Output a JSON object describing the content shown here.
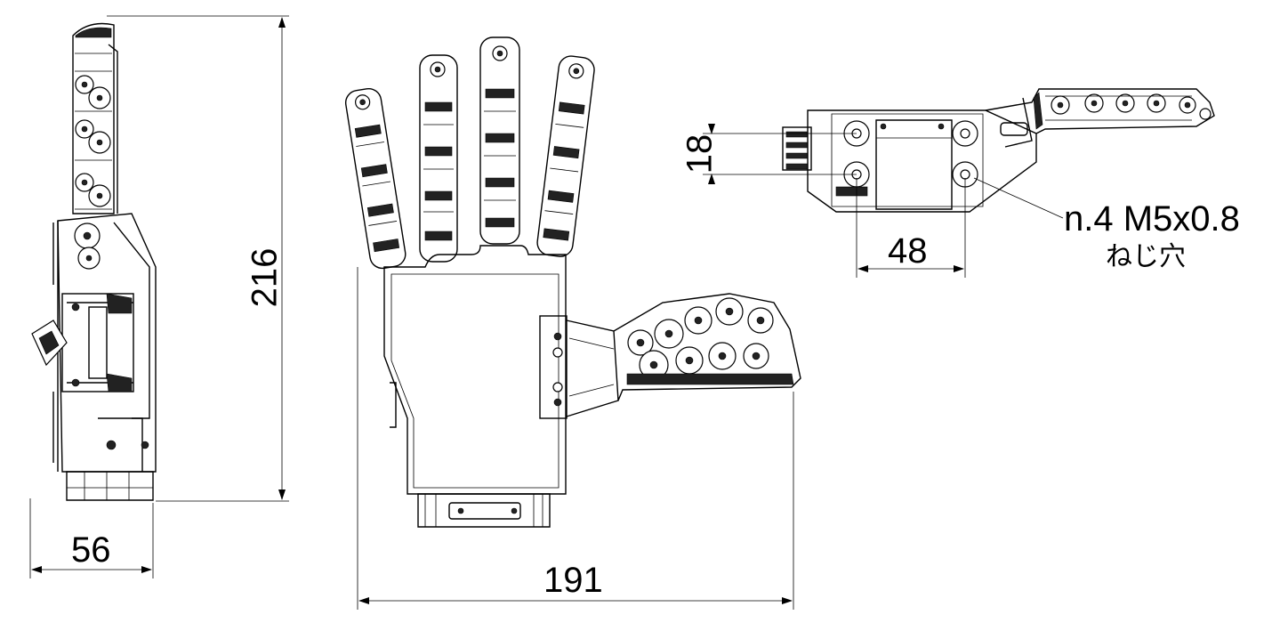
{
  "dimensions": {
    "side_width": "56",
    "height": "216",
    "front_width": "191",
    "hole_pitch_v": "18",
    "hole_pitch_h": "48"
  },
  "note": {
    "line1": "n.4 M5x0.8",
    "line2": "ねじ穴"
  },
  "colors": {
    "line": "#000000",
    "fill_dark": "#222222",
    "background": "#ffffff"
  }
}
